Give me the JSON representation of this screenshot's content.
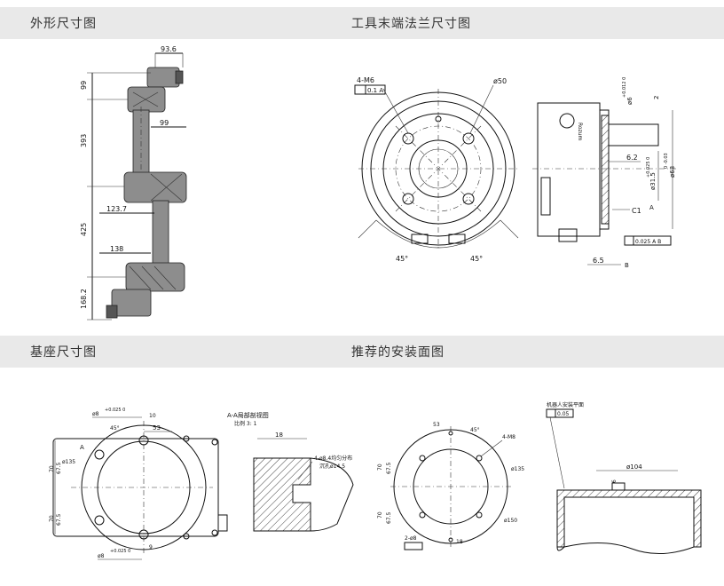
{
  "sections": {
    "arm": {
      "title": "外形尺寸图"
    },
    "flange": {
      "title": "工具末端法兰尺寸图"
    },
    "base": {
      "title": "基座尺寸图"
    },
    "mount": {
      "title": "推荐的安装面图"
    }
  },
  "arm_dims": {
    "top_width": "93.6",
    "shoulder_offset": "99",
    "upper_v": "99",
    "upper_arm": "393",
    "lower_arm": "425",
    "base_h": "168.2",
    "elbow_w": "123.7",
    "wrist_w": "138"
  },
  "flange_dims": {
    "holes": "4-M6",
    "tol_frame": "0.1 A",
    "pcd": "ø50",
    "angle": "45°",
    "d6": "ø6",
    "d6_tol": "+0.012 0",
    "depth": "2",
    "d6_2": "6.2",
    "d31": "ø31.5",
    "d31_tol": "+0.025 0",
    "d63": "ø63",
    "d63_tol": "0 -0.03",
    "chamfer": "C1",
    "datum_a": "A",
    "datum_b": "B",
    "runout": "0.025 A B",
    "w65": "6.5",
    "brand": "Rozum"
  },
  "base_dims": {
    "hole_top": "ø8",
    "hole_tol": "+0.025 0",
    "w10": "10",
    "w53": "53",
    "angle": "45°",
    "d135": "ø135",
    "h675a": "67.5",
    "h70a": "70",
    "h70b": "70",
    "h675b": "67.5",
    "w9": "9",
    "section_title": "A-A局部剖视图",
    "scale": "比例 3: 1",
    "w18": "18",
    "holes_note": "4-ø8.4均匀分布",
    "counterbore": "沉孔ø14.5",
    "label_a": "A"
  },
  "mount_dims": {
    "w53": "53",
    "angle": "45°",
    "holes": "4-M8",
    "d135": "ø135",
    "h675a": "67.5",
    "h70a": "70",
    "h70b": "70",
    "h675b": "67.5",
    "d150": "ø150",
    "pins": "2-ø8",
    "w18": "18",
    "flat_label": "机器人安装平面",
    "flatness": "0.05",
    "d104": "ø104",
    "w6": "6"
  }
}
